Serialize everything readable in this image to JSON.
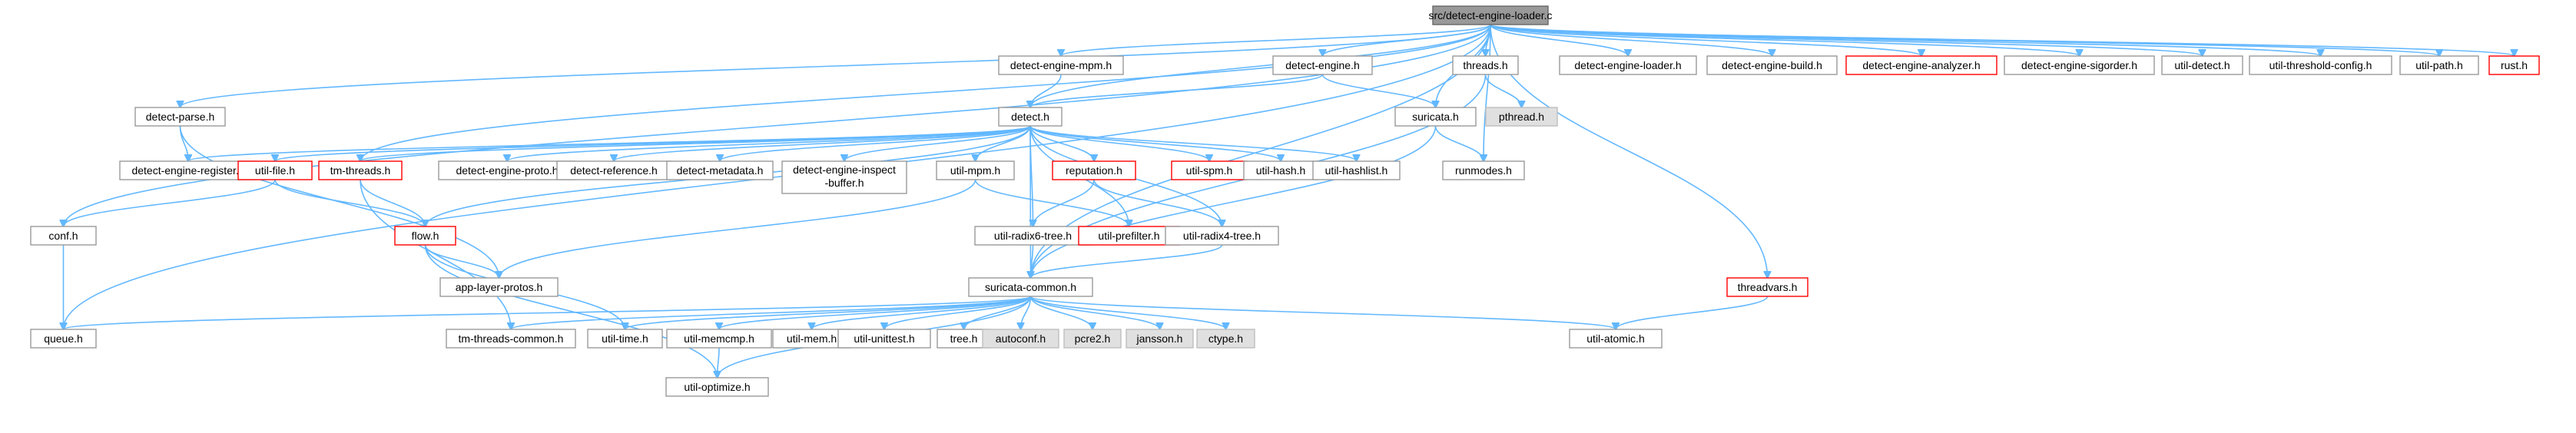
{
  "colors": {
    "edge": "#63b8ff",
    "border_normal": "#999999",
    "border_missing": "#ff0000",
    "fill_root": "#999999",
    "fill_system": "#e0e0e0",
    "fill_normal": "#ffffff"
  },
  "nodes": {
    "loader": {
      "label": "src/detect-engine-loader.c",
      "kind": "root"
    },
    "mpm_h": {
      "label": "detect-engine-mpm.h",
      "kind": "normal"
    },
    "engine_h": {
      "label": "detect-engine.h",
      "kind": "normal"
    },
    "threads_h": {
      "label": "threads.h",
      "kind": "normal"
    },
    "loader_h": {
      "label": "detect-engine-loader.h",
      "kind": "normal"
    },
    "build_h": {
      "label": "detect-engine-build.h",
      "kind": "normal"
    },
    "analyzer_h": {
      "label": "detect-engine-analyzer.h",
      "kind": "missing"
    },
    "sigorder_h": {
      "label": "detect-engine-sigorder.h",
      "kind": "normal"
    },
    "util_detect": {
      "label": "util-detect.h",
      "kind": "normal"
    },
    "util_threshold": {
      "label": "util-threshold-config.h",
      "kind": "normal"
    },
    "util_path": {
      "label": "util-path.h",
      "kind": "normal"
    },
    "rust_h": {
      "label": "rust.h",
      "kind": "missing"
    },
    "detect_parse": {
      "label": "detect-parse.h",
      "kind": "normal"
    },
    "detect_h": {
      "label": "detect.h",
      "kind": "normal"
    },
    "suricata_h": {
      "label": "suricata.h",
      "kind": "normal"
    },
    "pthread_h": {
      "label": "pthread.h",
      "kind": "system"
    },
    "engine_register": {
      "label": "detect-engine-register.h",
      "kind": "normal"
    },
    "util_file": {
      "label": "util-file.h",
      "kind": "missing"
    },
    "tm_threads": {
      "label": "tm-threads.h",
      "kind": "missing"
    },
    "engine_proto": {
      "label": "detect-engine-proto.h",
      "kind": "normal"
    },
    "detect_reference": {
      "label": "detect-reference.h",
      "kind": "normal"
    },
    "detect_metadata": {
      "label": "detect-metadata.h",
      "kind": "normal"
    },
    "inspect_buffer_1": {
      "label": "detect-engine-inspect",
      "kind": "normal"
    },
    "inspect_buffer_2": {
      "label": "-buffer.h",
      "kind": "normal"
    },
    "util_mpm": {
      "label": "util-mpm.h",
      "kind": "normal"
    },
    "reputation": {
      "label": "reputation.h",
      "kind": "missing"
    },
    "util_spm": {
      "label": "util-spm.h",
      "kind": "missing"
    },
    "util_hash": {
      "label": "util-hash.h",
      "kind": "normal"
    },
    "util_hashlist": {
      "label": "util-hashlist.h",
      "kind": "normal"
    },
    "runmodes_h": {
      "label": "runmodes.h",
      "kind": "normal"
    },
    "conf_h": {
      "label": "conf.h",
      "kind": "normal"
    },
    "flow_h": {
      "label": "flow.h",
      "kind": "missing"
    },
    "radix6": {
      "label": "util-radix6-tree.h",
      "kind": "normal"
    },
    "prefilter": {
      "label": "util-prefilter.h",
      "kind": "missing"
    },
    "radix4": {
      "label": "util-radix4-tree.h",
      "kind": "normal"
    },
    "app_layer": {
      "label": "app-layer-protos.h",
      "kind": "normal"
    },
    "suricata_common": {
      "label": "suricata-common.h",
      "kind": "normal"
    },
    "threadvars": {
      "label": "threadvars.h",
      "kind": "missing"
    },
    "queue_h": {
      "label": "queue.h",
      "kind": "normal"
    },
    "tm_threads_common": {
      "label": "tm-threads-common.h",
      "kind": "normal"
    },
    "util_time": {
      "label": "util-time.h",
      "kind": "normal"
    },
    "util_memcmp": {
      "label": "util-memcmp.h",
      "kind": "normal"
    },
    "util_mem": {
      "label": "util-mem.h",
      "kind": "normal"
    },
    "util_unittest": {
      "label": "util-unittest.h",
      "kind": "normal"
    },
    "tree_h": {
      "label": "tree.h",
      "kind": "normal"
    },
    "autoconf_h": {
      "label": "autoconf.h",
      "kind": "system"
    },
    "pcre2_h": {
      "label": "pcre2.h",
      "kind": "system"
    },
    "jansson_h": {
      "label": "jansson.h",
      "kind": "system"
    },
    "ctype_h": {
      "label": "ctype.h",
      "kind": "system"
    },
    "util_atomic": {
      "label": "util-atomic.h",
      "kind": "normal"
    },
    "util_optimize": {
      "label": "util-optimize.h",
      "kind": "normal"
    }
  }
}
